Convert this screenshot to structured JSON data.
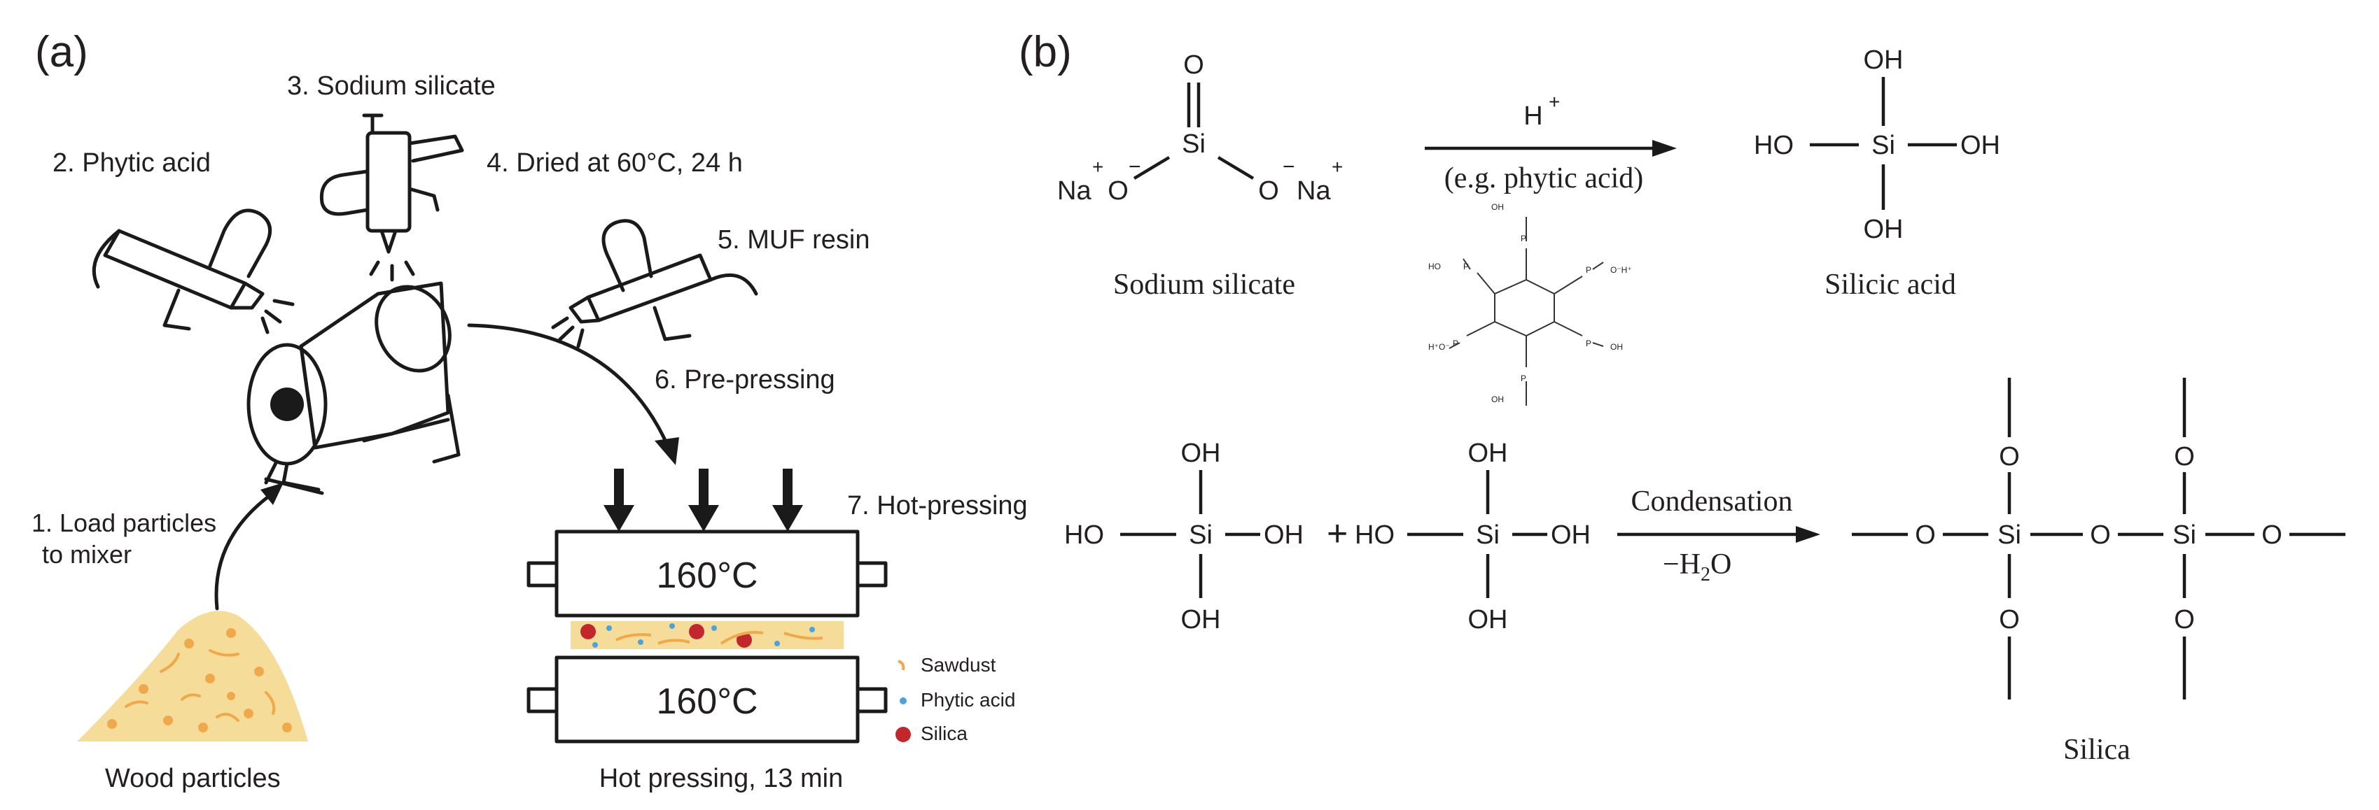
{
  "panel_a": {
    "label": "(a)",
    "steps": {
      "s1_line1": "1. Load particles",
      "s1_line2": "to mixer",
      "s2": "2. Phytic acid",
      "s3": "3. Sodium silicate",
      "s4": "4. Dried at 60°C, 24 h",
      "s5": "5. MUF resin",
      "s6": "6. Pre-pressing",
      "s7": "7. Hot-pressing"
    },
    "wood_label": "Wood particles",
    "platen_top_temp": "160°C",
    "platen_bottom_temp": "160°C",
    "hot_pressing_caption": "Hot pressing, 13 min",
    "legend": {
      "sawdust": "Sawdust",
      "phytic_acid": "Phytic acid",
      "silica": "Silica"
    },
    "colors": {
      "wood_pile": "#f5dc99",
      "mixer_drum": "#e6ec9c",
      "silica_dot": "#c1272d",
      "phytic_dot": "#4aa3df",
      "sawdust": "#f0a94a"
    }
  },
  "panel_b": {
    "label": "(b)",
    "na_left": "Na",
    "na_right": "Na",
    "plus": "+",
    "minus": "−",
    "si": "Si",
    "o": "O",
    "oh": "OH",
    "ho": "HO",
    "sodium_silicate_label": "Sodium silicate",
    "h_plus": "H",
    "reagent_note": "(e.g. phytic acid)",
    "silicic_acid_label": "Silicic acid",
    "plus_sign": "+",
    "condensation_label": "Condensation",
    "water_label": "−H",
    "water_sub": "2",
    "water_o": "O",
    "silica_label": "Silica",
    "phytic_small": {
      "ho": "HO",
      "oh": "OH",
      "h_o": "H⁺O⁻",
      "o_h": "O⁻H⁺",
      "p": "P",
      "o": "O"
    }
  }
}
